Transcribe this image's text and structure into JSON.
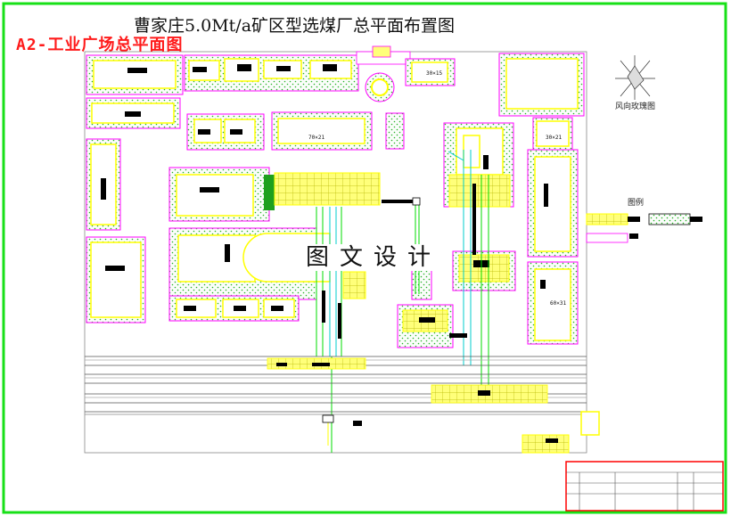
{
  "title": "曹家庄5.0Mt/a矿区型选煤厂总平面布置图",
  "subtitle": "A2-工业广场总平面图",
  "watermark": "图文设计",
  "wind_rose_label": "风向玫瑰图",
  "legend_label": "图例",
  "building_labels": [
    "30×15",
    "70×21",
    "30×21",
    "60×31"
  ],
  "colors": {
    "frame": "#18e018",
    "outline": "#ff00ff",
    "building": "#ffff00",
    "conveyor_green": "#00dd00",
    "conveyor_cyan": "#00cccc",
    "rail": "#555555",
    "title_block": "#ff0000"
  }
}
